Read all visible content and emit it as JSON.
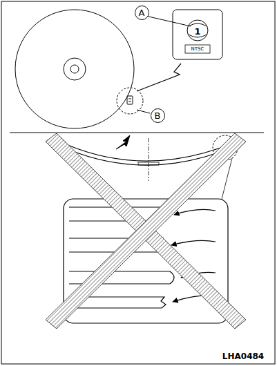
{
  "diagram": {
    "nodes": [
      {
        "text": [
          "A"
        ]
      },
      {
        "text": [
          "B"
        ]
      }
    ],
    "labels": [
      "1",
      "NTSC",
      "LHA0484"
    ]
  }
}
